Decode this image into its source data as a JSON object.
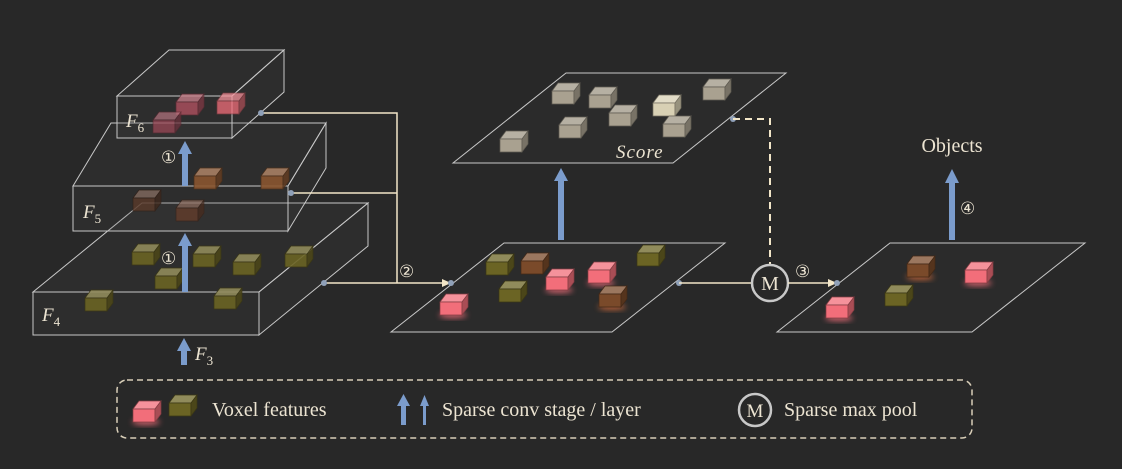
{
  "colors": {
    "background": "#282828",
    "plane_edge": "#c8c8c8",
    "connector": "#f2e6c8",
    "arrow_blue": "#7b9ccc",
    "voxel_red": "#f26e7a",
    "voxel_olive": "#6b6424",
    "voxel_brown": "#7a4a2a",
    "score_voxel": "#bfb6a2",
    "text": "#ece4d2"
  },
  "pyramid": {
    "f6": {
      "base": "F",
      "sub": "6"
    },
    "f5": {
      "base": "F",
      "sub": "5"
    },
    "f4": {
      "base": "F",
      "sub": "4"
    },
    "f3": {
      "base": "F",
      "sub": "3"
    }
  },
  "steps": {
    "s1_upper": "①",
    "s1_lower": "①",
    "s2": "②",
    "s3": "③",
    "s4": "④"
  },
  "score_label": "Score",
  "objects_label": "Objects",
  "pool_symbol": "M",
  "legend": {
    "voxel_label": "Voxel features",
    "conv_label": "Sparse conv stage / layer",
    "pool_symbol": "M",
    "pool_label": "Sparse max pool"
  }
}
